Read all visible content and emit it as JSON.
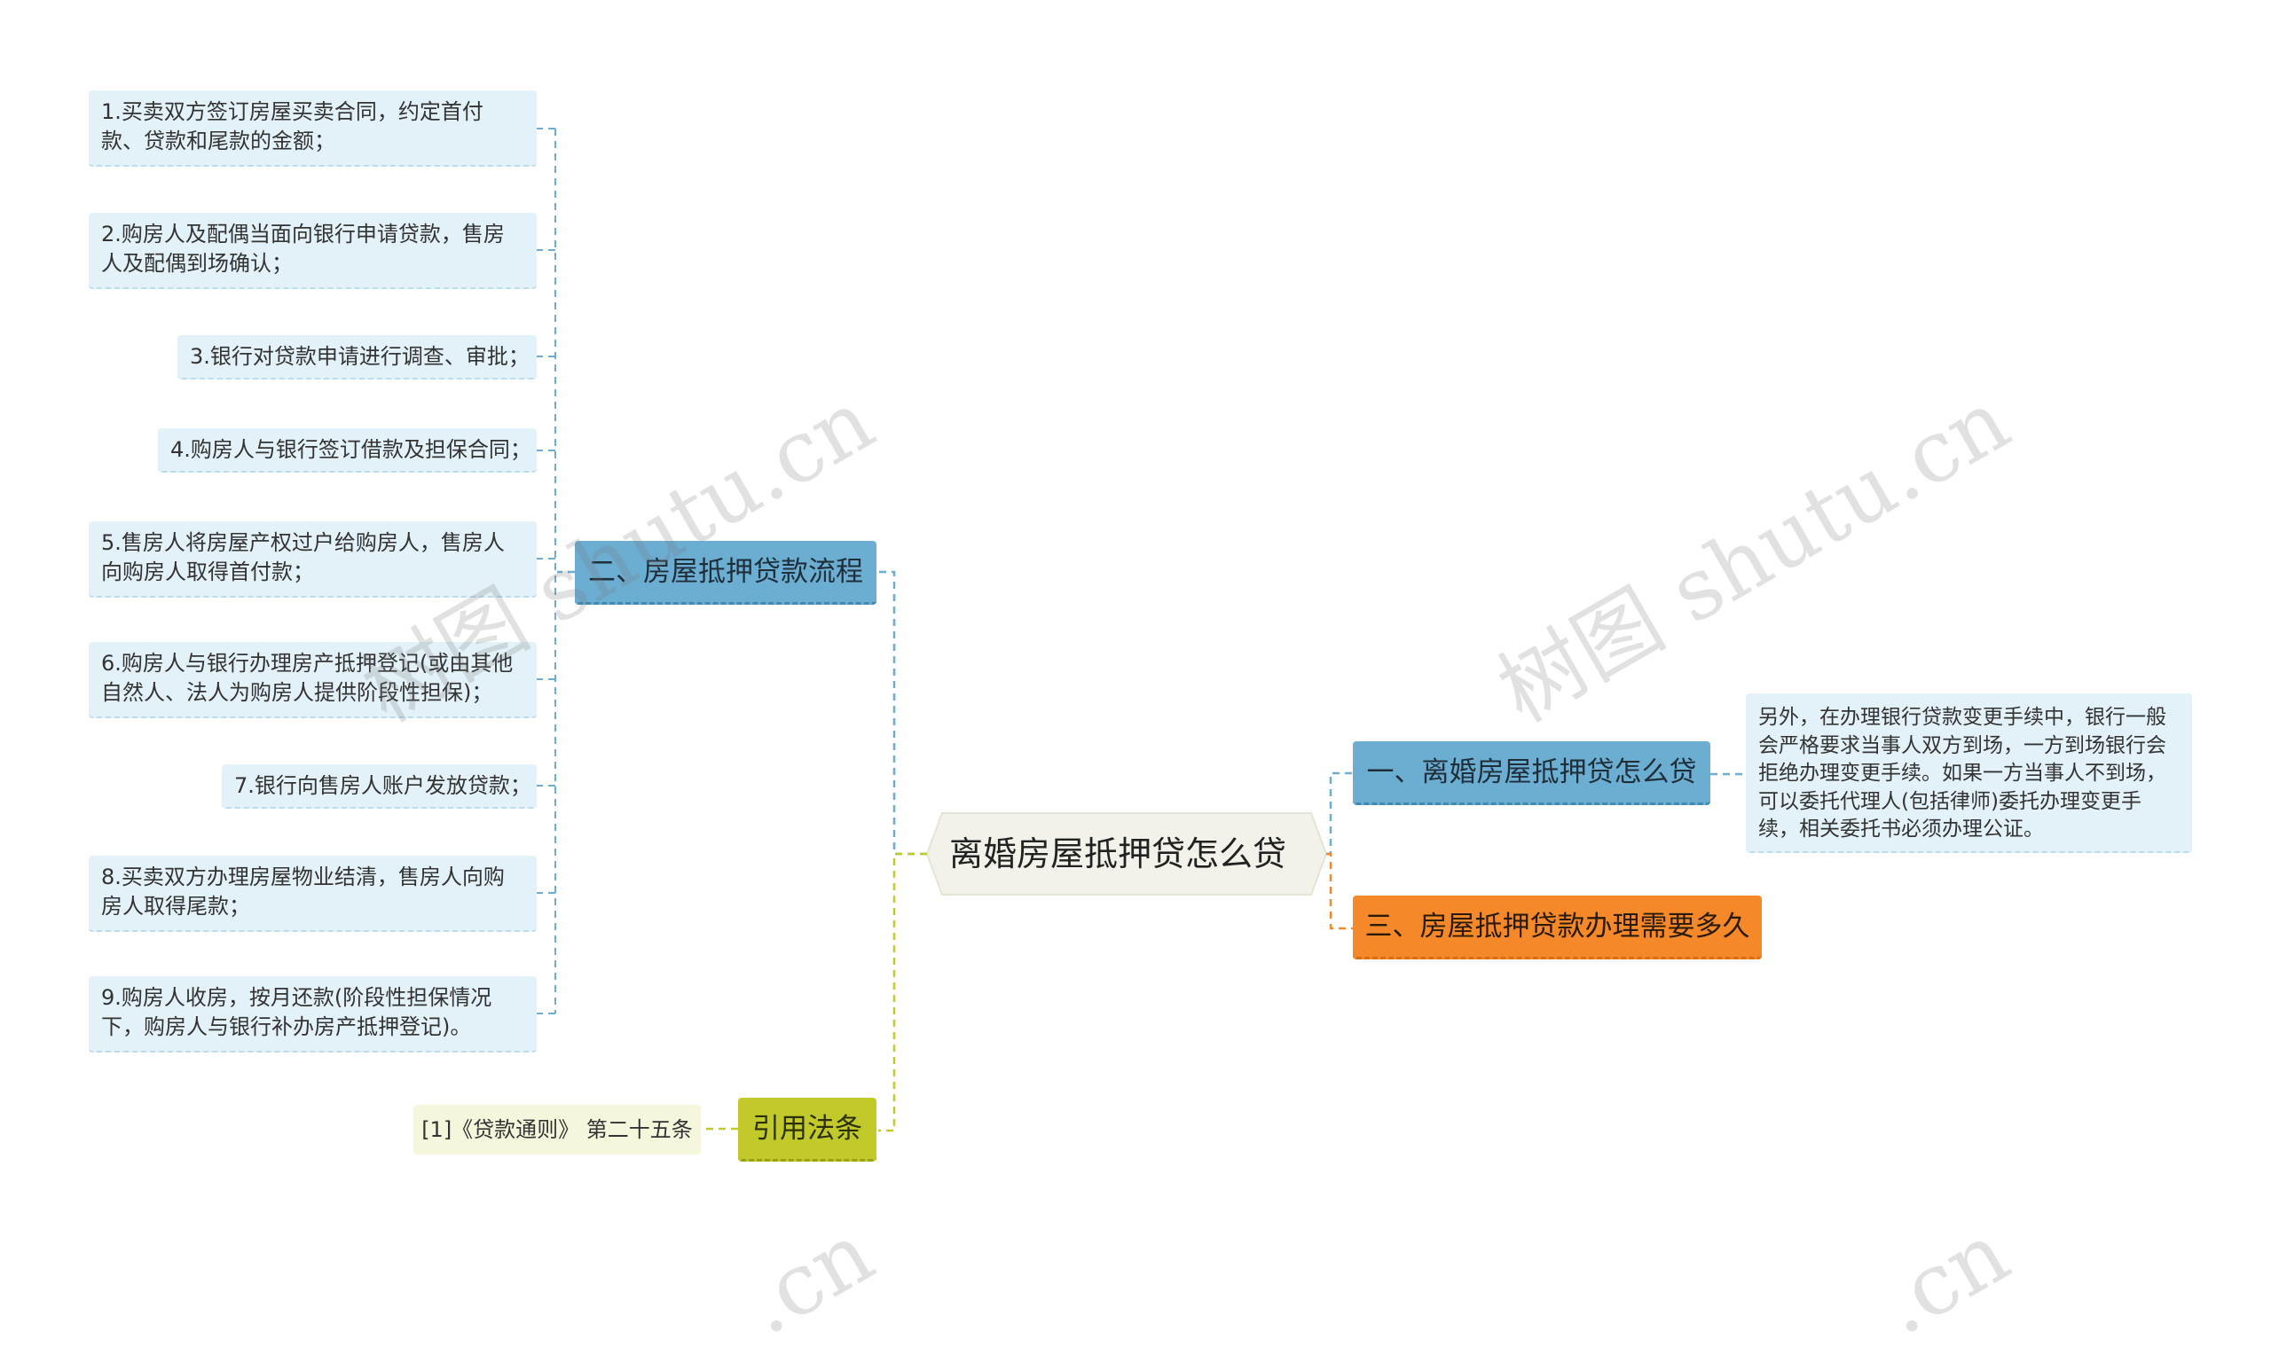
{
  "center": {
    "label": "离婚房屋抵押贷怎么贷"
  },
  "branches": {
    "process": {
      "label": "二、房屋抵押贷款流程",
      "color": "#6cadd2"
    },
    "how": {
      "label": "一、离婚房屋抵押贷怎么贷",
      "color": "#6cadd2"
    },
    "duration": {
      "label": "三、房屋抵押贷款办理需要多久",
      "color": "#f5892a"
    },
    "law": {
      "label": "引用法条",
      "color": "#c2c92a"
    }
  },
  "steps": [
    "1.买卖双方签订房屋买卖合同，约定首付款、贷款和尾款的金额；",
    "2.购房人及配偶当面向银行申请贷款，售房人及配偶到场确认；",
    "3.银行对贷款申请进行调查、审批；",
    "4.购房人与银行签订借款及担保合同；",
    "5.售房人将房屋产权过户给购房人，售房人向购房人取得首付款；",
    "6.购房人与银行办理房产抵押登记(或由其他自然人、法人为购房人提供阶段性担保)；",
    "7.银行向售房人账户发放贷款；",
    "8.买卖双方办理房屋物业结清，售房人向购房人取得尾款；",
    "9.购房人收房，按月还款(阶段性担保情况下，购房人与银行补办房产抵押登记)。"
  ],
  "how_detail": "另外，在办理银行贷款变更手续中，银行一般会严格要求当事人双方到场，一方到场银行会拒绝办理变更手续。如果一方当事人不到场，可以委托代理人(包括律师)委托办理变更手续，相关委托书必须办理公证。",
  "law_ref": "[1]《贷款通则》 第二十五条",
  "watermarks": [
    "树图 shutu.cn",
    "树图 shutu.cn",
    ".cn",
    ".cn"
  ],
  "colors": {
    "blue_line": "#6cadd2",
    "orange_line": "#f5892a",
    "green_line": "#c2c92a",
    "center_fill": "#f2f2ea"
  }
}
